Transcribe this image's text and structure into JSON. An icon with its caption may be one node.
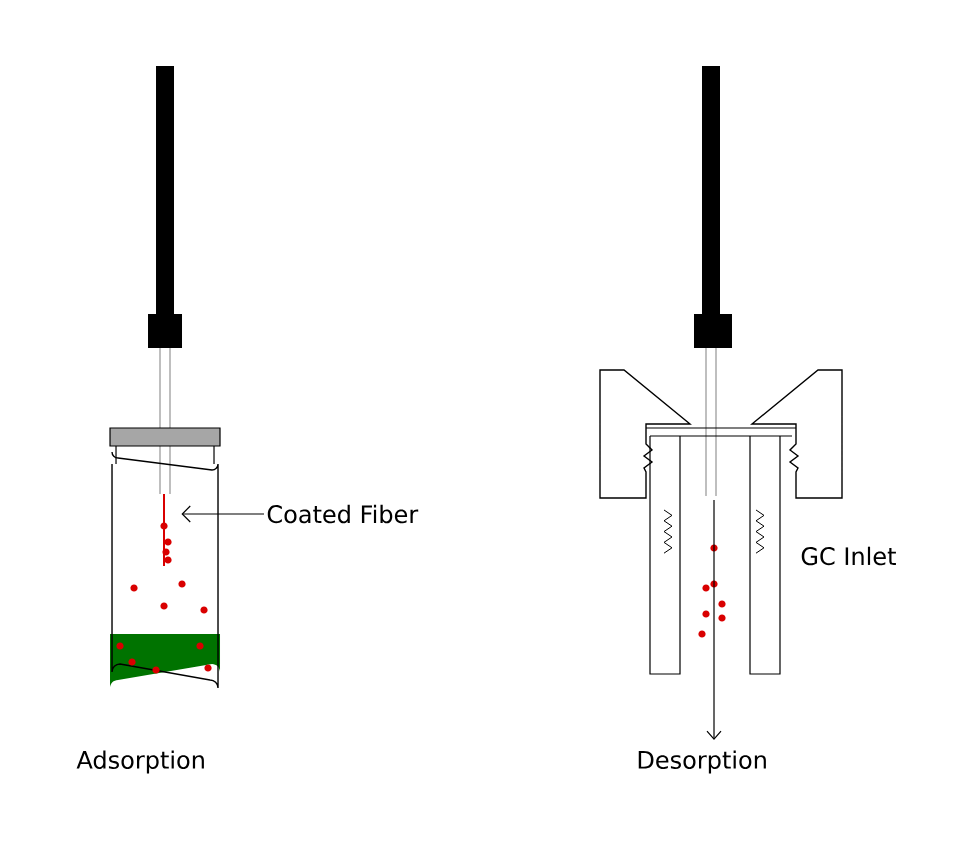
{
  "diagram": {
    "nodes": [
      {
        "text": [
          "Coated Fiber"
        ]
      },
      {
        "text": [],
        "shape": "line"
      }
    ],
    "edges": [
      {
        "from": 0,
        "to": 1,
        "arrow": "to"
      }
    ],
    "labels": [
      "GC Inlet",
      "Adsorption",
      "Desorption"
    ]
  }
}
